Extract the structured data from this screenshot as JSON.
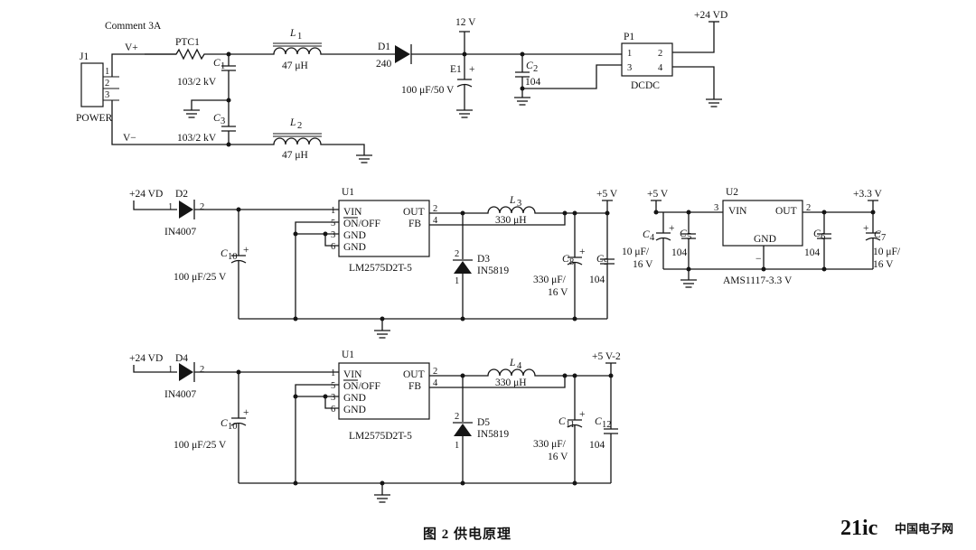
{
  "top": {
    "comment": "Comment  3A",
    "j1": "J1",
    "j1_value": "POWER",
    "j1_pins": [
      "1",
      "2",
      "3"
    ],
    "vplus": "V+",
    "vminus": "V−",
    "ptc": "PTC1",
    "c1": "C",
    "c1_sub": "1",
    "c1_value": "103/2 kV",
    "c3": "C",
    "c3_sub": "3",
    "c3_value": "103/2 kV",
    "l1": "L",
    "l1_sub": "1",
    "l1_value": "47 μH",
    "l2": "L",
    "l2_sub": "2",
    "l2_value": "47 μH",
    "d1": "D1",
    "d1_value": "240",
    "v12": "12 V",
    "e1": "E1",
    "e1_plus": "+",
    "e1_value": "100 μF/50 V",
    "c2": "C",
    "c2_sub": "2",
    "c2_value": "104",
    "p1": "P1",
    "p1_value": "DCDC",
    "p1_pins": [
      "1",
      "2",
      "3",
      "4"
    ],
    "v24": "+24 VD"
  },
  "buck1": {
    "in_label": "+24 VD",
    "d": "D2",
    "d_value": "IN4007",
    "d_pins": [
      "1",
      "2"
    ],
    "cin": "C",
    "cin_sub": "10",
    "cin_plus": "+",
    "cin_value": "100 μF/25 V",
    "u": "U1",
    "u_value": "LM2575D2T-5",
    "u_left_pins": [
      "1",
      "5",
      "3",
      "6"
    ],
    "u_left_names": [
      "VIN",
      "ON/OFF",
      "GND",
      "GND"
    ],
    "u_right_pins": [
      "2",
      "4"
    ],
    "u_right_names": [
      "OUT",
      "FB"
    ],
    "l": "L",
    "l_sub": "3",
    "l_value": "330 μH",
    "ds": "D3",
    "ds_value": "IN5819",
    "ds_pins": [
      "2",
      "1"
    ],
    "cout": "C",
    "cout_sub": "8",
    "cout_plus": "+",
    "cout_value_1": "330 μF/",
    "cout_value_2": "16 V",
    "cf": "C",
    "cf_sub": "9",
    "cf_value": "104",
    "out_label": "+5 V"
  },
  "ldo": {
    "in_label": "+5 V",
    "out_label": "+3.3 V",
    "u": "U2",
    "u_value": "AMS1117-3.3 V",
    "vin": "VIN",
    "out": "OUT",
    "gnd": "GND",
    "pin_in": "3",
    "pin_out": "2",
    "c4": "C",
    "c4_sub": "4",
    "c4_plus": "+",
    "c4_value_1": "10 μF/",
    "c4_value_2": "16 V",
    "c5": "C",
    "c5_sub": "5",
    "c5_value": "104",
    "c6": "C",
    "c6_sub": "6",
    "c6_value": "104",
    "c7": "C",
    "c7_sub": "7",
    "c7_plus": "+",
    "c7_value_1": "10 μF/",
    "c7_value_2": "16 V"
  },
  "buck2": {
    "in_label": "+24 VD",
    "d": "D4",
    "d_value": "IN4007",
    "d_pins": [
      "1",
      "2"
    ],
    "cin": "C",
    "cin_sub": "10",
    "cin_plus": "+",
    "cin_value": "100 μF/25 V",
    "u": "U1",
    "u_value": "LM2575D2T-5",
    "u_left_pins": [
      "1",
      "5",
      "3",
      "6"
    ],
    "u_left_names": [
      "VIN",
      "ON/OFF",
      "GND",
      "GND"
    ],
    "u_right_pins": [
      "2",
      "4"
    ],
    "u_right_names": [
      "OUT",
      "FB"
    ],
    "l": "L",
    "l_sub": "4",
    "l_value": "330 μH",
    "ds": "D5",
    "ds_value": "IN5819",
    "ds_pins": [
      "2",
      "1"
    ],
    "cout": "C",
    "cout_sub": "11",
    "cout_plus": "+",
    "cout_value_1": "330 μF/",
    "cout_value_2": "16 V",
    "cf": "C",
    "cf_sub": "12",
    "cf_value": "104",
    "out_label": "+5 V-2"
  },
  "figure": {
    "caption": "图 2    供电原理"
  },
  "watermark": {
    "text": "21ic",
    "sub": "中国电子网"
  }
}
